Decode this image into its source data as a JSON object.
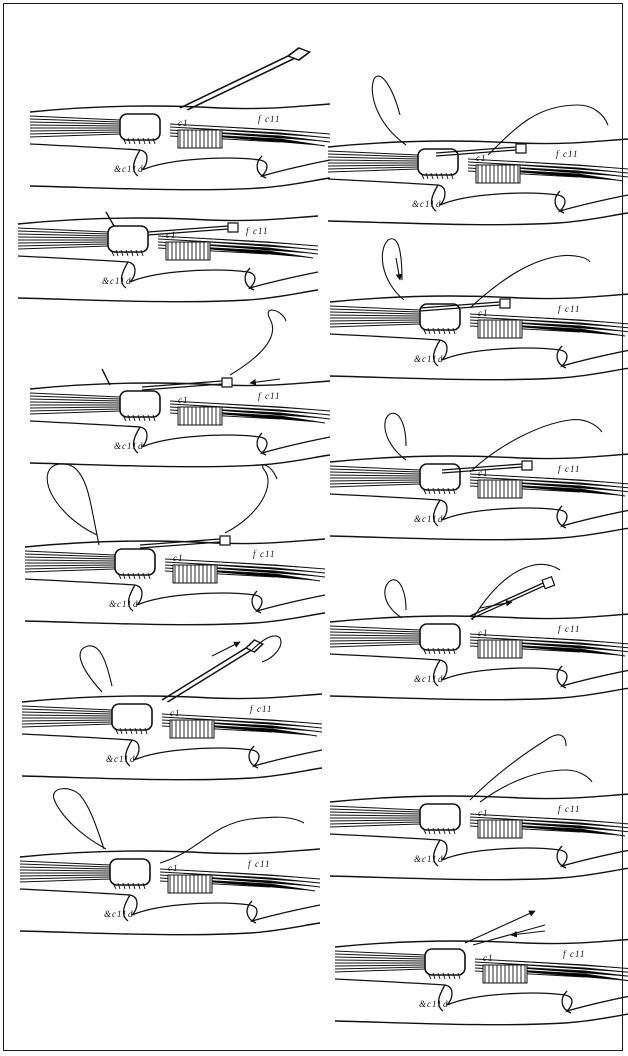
{
  "figure": {
    "colors": {
      "ink": "#111111",
      "paper": "#ffffff",
      "border": "#1a1a1a"
    },
    "panels": [
      {
        "id": "L1",
        "column": "left",
        "step": 1,
        "tool": "needle-up",
        "suture": "none"
      },
      {
        "id": "L2",
        "column": "left",
        "step": 2,
        "tool": "needle-flat",
        "suture": "none"
      },
      {
        "id": "L3",
        "column": "left",
        "step": 3,
        "tool": "needle-flat",
        "suture": "right-loop",
        "arrow": "left"
      },
      {
        "id": "L4",
        "column": "left",
        "step": 4,
        "tool": "needle-flat",
        "suture": "two-loops"
      },
      {
        "id": "L5",
        "column": "left",
        "step": 5,
        "tool": "needle-up",
        "suture": "two-loops",
        "arrow": "up-right"
      },
      {
        "id": "L6",
        "column": "left",
        "step": 6,
        "tool": "none",
        "suture": "two-loops"
      },
      {
        "id": "R1",
        "column": "right",
        "step": 7,
        "tool": "needle-flat",
        "suture": "two-loops"
      },
      {
        "id": "R2",
        "column": "right",
        "step": 8,
        "tool": "needle-flat",
        "suture": "left-loop-right-tail",
        "arrow": "down"
      },
      {
        "id": "R3",
        "column": "right",
        "step": 9,
        "tool": "needle-flat",
        "suture": "left-loop-right-tail"
      },
      {
        "id": "R4",
        "column": "right",
        "step": 10,
        "tool": "needle-up",
        "suture": "left-loop-right-tail",
        "arrow": "right"
      },
      {
        "id": "R5",
        "column": "right",
        "step": 11,
        "tool": "none",
        "suture": "right-tails"
      },
      {
        "id": "R6",
        "column": "right",
        "step": 12,
        "tool": "none",
        "suture": "straight-tails",
        "arrow": "both"
      }
    ]
  }
}
